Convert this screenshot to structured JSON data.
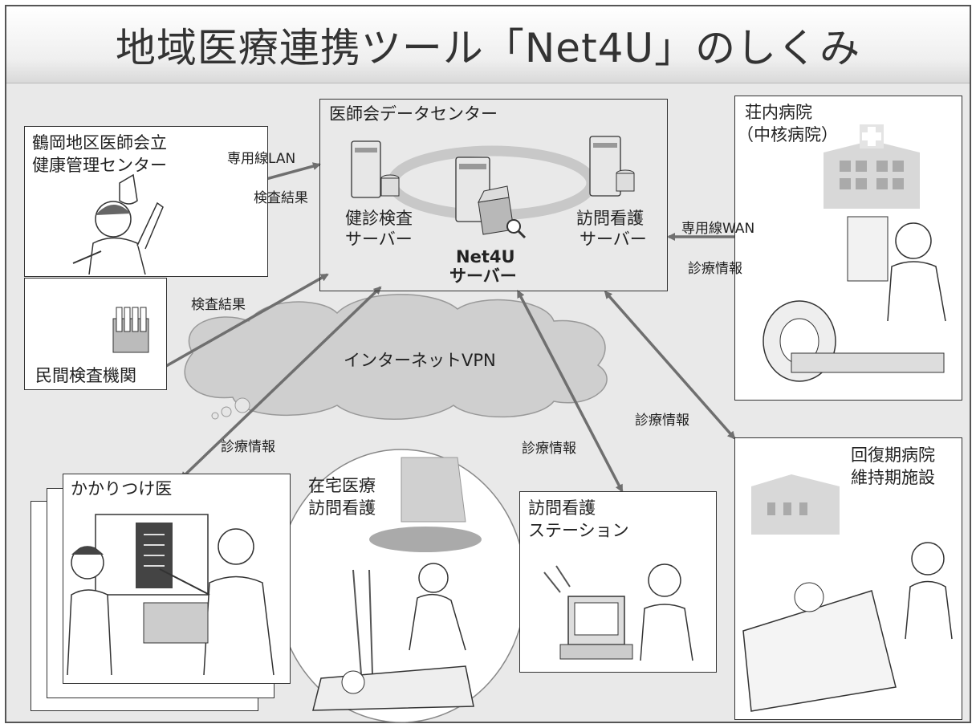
{
  "title": "地域医療連携ツール「Net4U」のしくみ",
  "datacenter": {
    "label": "医師会データセンター",
    "kenshin_server": [
      "健診検査",
      "サーバー"
    ],
    "net4u_server": [
      "Net4U",
      "サーバー"
    ],
    "houmon_server": [
      "訪問看護",
      "サーバー"
    ]
  },
  "tsuruoka": {
    "label": [
      "鶴岡地区医師会立",
      "健康管理センター"
    ]
  },
  "minkan": {
    "label": "民間検査機関"
  },
  "shonai": {
    "label": [
      "荘内病院",
      "（中核病院）"
    ]
  },
  "kaifuku": {
    "label": [
      "回復期病院",
      "維持期施設"
    ]
  },
  "kakaritsuke": {
    "label": "かかりつけ医"
  },
  "zaitaku": {
    "label": [
      "在宅医療",
      "訪問看護"
    ]
  },
  "station": {
    "label": [
      "訪問看護",
      "ステーション"
    ]
  },
  "links": {
    "senyo_lan": "専用線LAN",
    "kensa_kekka_1": "検査結果",
    "kensa_kekka_2": "検査結果",
    "senyo_wan": "専用線WAN",
    "shinryo_shonai": "診療情報",
    "shinryo_kaifuku": "診療情報",
    "shinryo_kakari": "診療情報",
    "shinryo_station": "診療情報",
    "internet_vpn": "インターネットVPN"
  },
  "colors": {
    "arrow": "#6f6f6f",
    "cloud": "#cfcfcf",
    "background": "#e9e9e9"
  }
}
